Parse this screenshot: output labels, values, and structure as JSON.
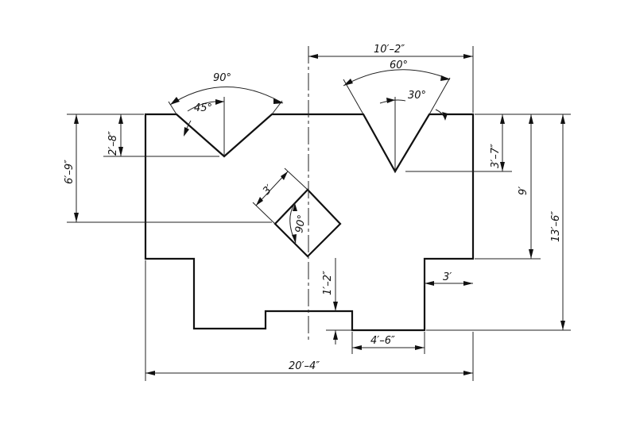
{
  "drawing": {
    "dimensions": {
      "top_width": "10′–2″",
      "v_right_angle": "60°",
      "v_right_half_angle": "30°",
      "v_left_angle": "90°",
      "v_left_half_angle": "45°",
      "left_height": "6′–9″",
      "v_left_depth": "2′–8″",
      "v_right_depth": "3′–7″",
      "right_height": "9′",
      "total_height": "13′–6″",
      "square_size": "3′",
      "square_angle": "90°",
      "step_width": "3′",
      "notch_height": "1′–2″",
      "bottom_segment": "4′–6″",
      "total_width": "20′–4″"
    }
  }
}
